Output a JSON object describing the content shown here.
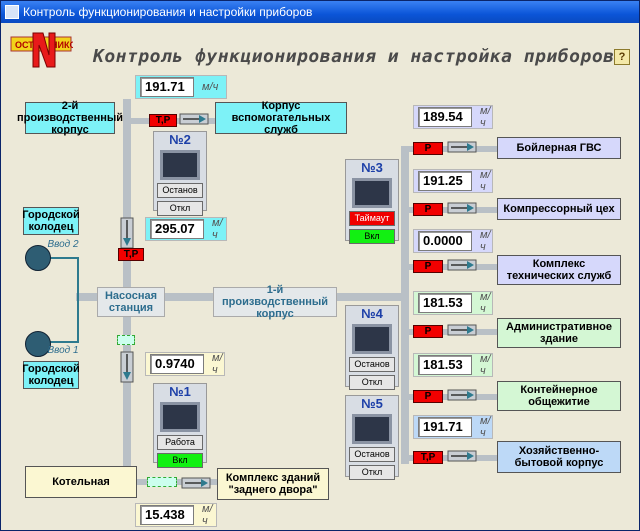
{
  "window": {
    "title": "Контроль функционирования и настройки приборов"
  },
  "header": {
    "title": "Контроль функционирования и настройка приборов",
    "logo_text": "ОСТЕ НИКО",
    "help_label": "?"
  },
  "units": "м/ч",
  "left_meters": [
    {
      "value": "191.71"
    },
    {
      "value": "295.07"
    },
    {
      "value": "0.9740"
    },
    {
      "value": "15.438"
    }
  ],
  "right_meters": [
    {
      "value": "189.54",
      "tag": "Р",
      "dest": "Бойлерная ГВС"
    },
    {
      "value": "191.25",
      "tag": "Р",
      "dest": "Компрессорный цех"
    },
    {
      "value": "0.0000",
      "tag": "Р",
      "dest": "Комплекс технических служб"
    },
    {
      "value": "181.53",
      "tag": "Р",
      "dest": "Административное здание"
    },
    {
      "value": "181.53",
      "tag": "Р",
      "dest": "Контейнерное общежитие"
    },
    {
      "value": "191.71",
      "tag": "Т,Р",
      "dest": "Хозяйственно-бытовой корпус"
    }
  ],
  "labels": {
    "corp2": "2-й производственный корпус",
    "aux": "Корпус вспомогательных служб",
    "pump": "Насосная станция",
    "corp1": "1-й производственный корпус",
    "boiler": "Котельная",
    "backyard": "Комплекс зданий \"заднего двора\"",
    "well": "Городской колодец",
    "input2": "Ввод 2",
    "input1": "Ввод 1",
    "tp": "Т,Р"
  },
  "devices": {
    "d2": {
      "title": "№2",
      "b1": "Останов",
      "b2": "Откл"
    },
    "d3": {
      "title": "№3",
      "b1": "Таймаут",
      "b2": "Вкл"
    },
    "d4": {
      "title": "№4",
      "b1": "Останов",
      "b2": "Откл"
    },
    "d5": {
      "title": "№5",
      "b1": "Останов",
      "b2": "Откл"
    },
    "d1": {
      "title": "№1",
      "b1": "Работа",
      "b2": "Вкл"
    }
  },
  "colors": {
    "tag_red": "#f20000",
    "status_green": "#12f012",
    "accent_cyan": "#7df2f7"
  }
}
